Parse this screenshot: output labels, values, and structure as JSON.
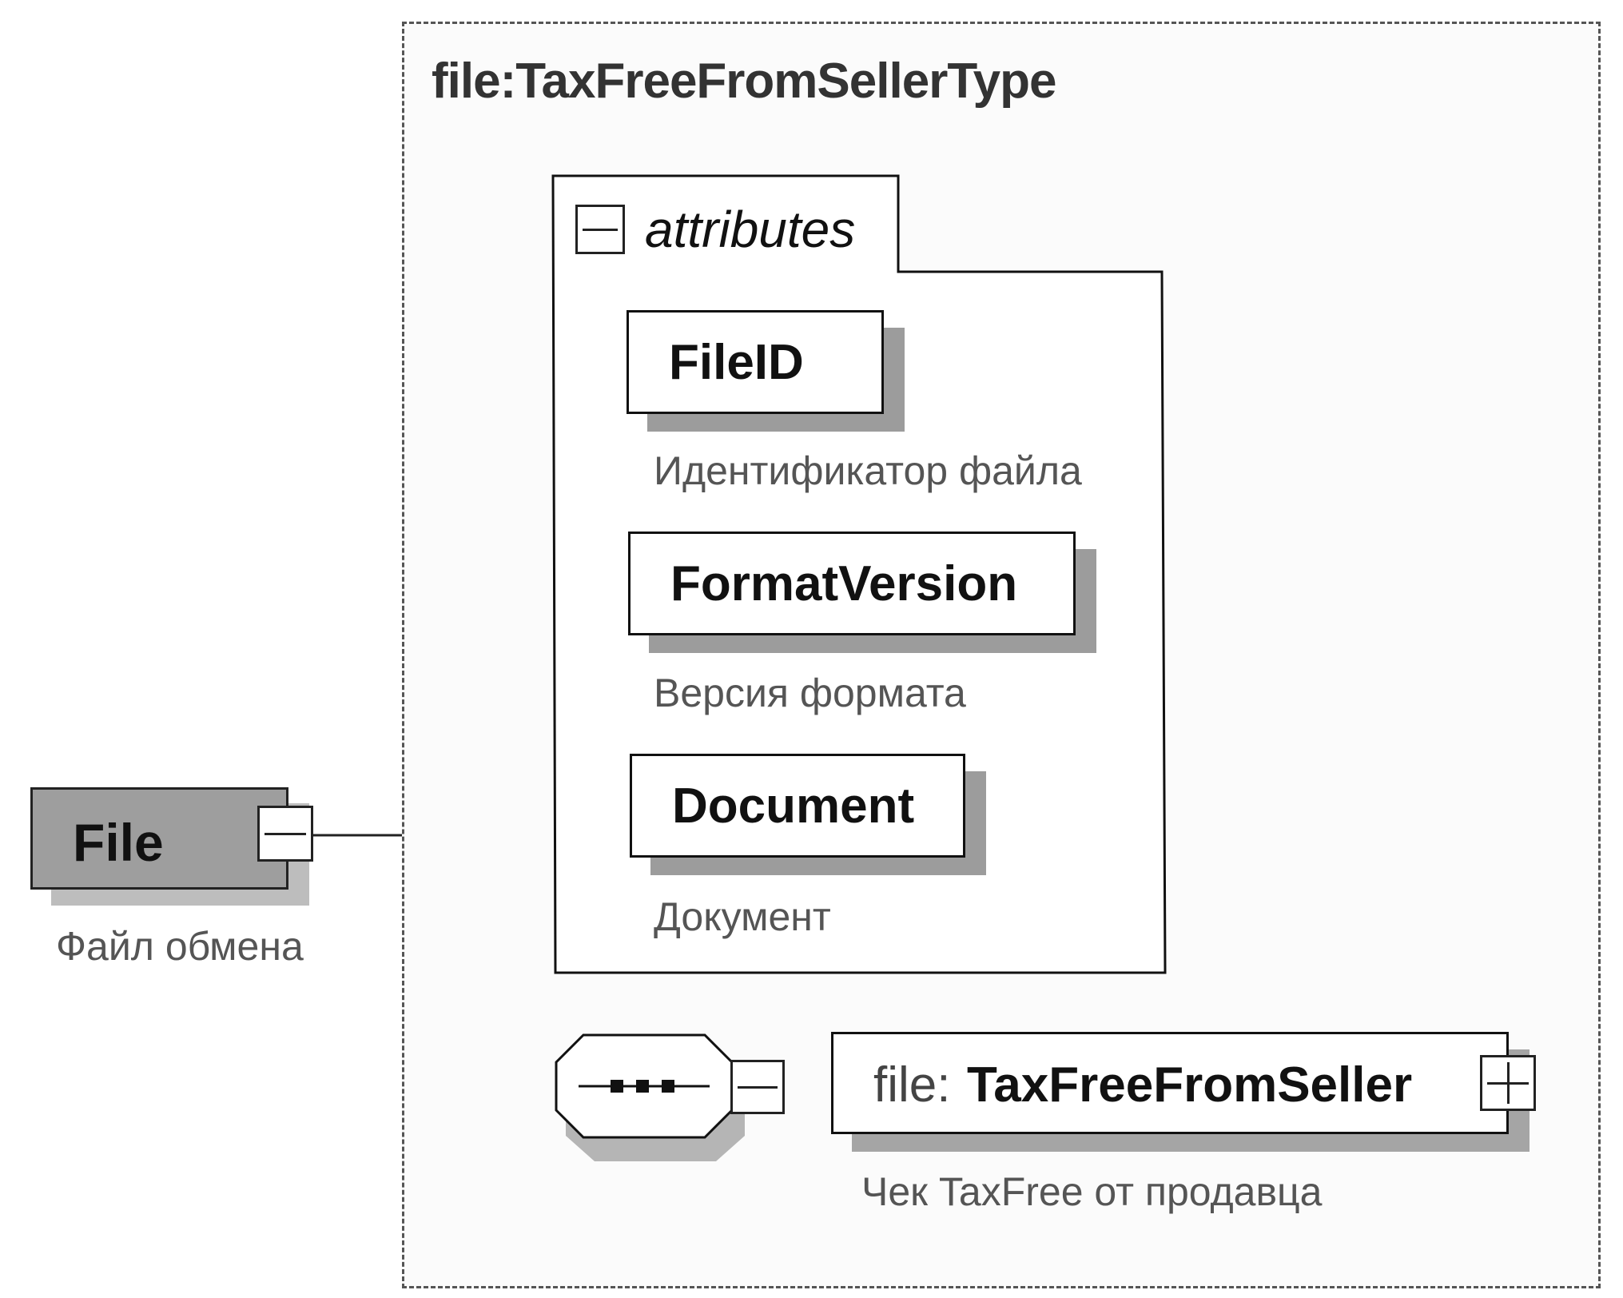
{
  "type_title": "file:TaxFreeFromSellerType",
  "attributes_group": {
    "label": "attributes",
    "toggle_icon": "collapse-minus-icon"
  },
  "attributes": [
    {
      "name": "FileID",
      "description": "Идентификатор файла"
    },
    {
      "name": "FormatVersion",
      "description": "Версия формата"
    },
    {
      "name": "Document",
      "description": "Документ"
    }
  ],
  "root_element": {
    "name": "File",
    "description": "Файл обмена",
    "toggle_icon": "collapse-minus-icon"
  },
  "sequence": {
    "icon": "sequence-compositor-icon",
    "toggle_icon": "collapse-minus-icon"
  },
  "child_element": {
    "prefix": "file:",
    "name": "TaxFreeFromSeller",
    "description": "Чек TaxFree от продавца",
    "toggle_icon": "expand-plus-icon"
  },
  "colors": {
    "root_fill": "#9e9e9e",
    "shadow": "#9c9c9c",
    "line": "#222222",
    "description_text": "#555555"
  }
}
